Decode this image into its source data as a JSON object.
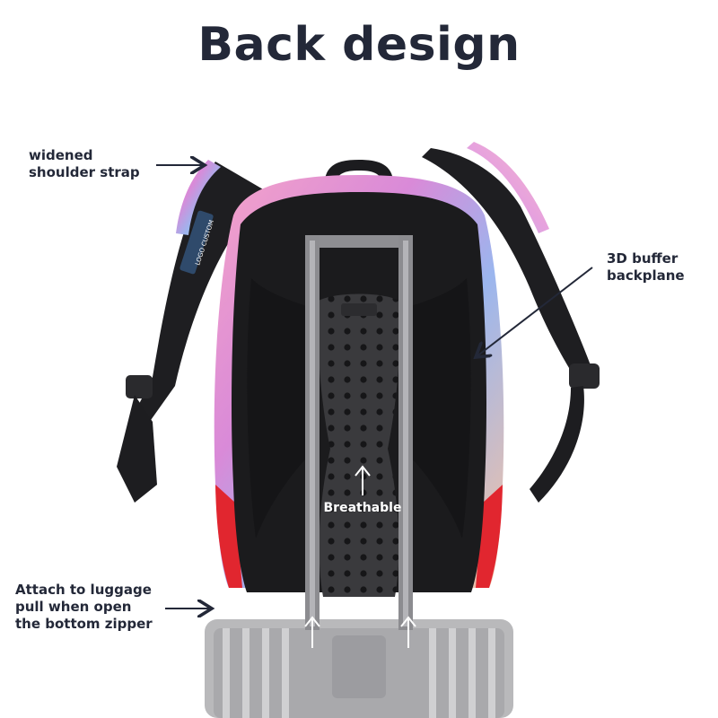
{
  "title": "Back design",
  "callouts": {
    "shoulder_strap": [
      "widened",
      "shoulder strap"
    ],
    "backplane": [
      "3D buffer",
      "backplane"
    ],
    "luggage": [
      "Attach to luggage",
      "pull when open",
      "the bottom zipper"
    ],
    "breathable": "Breathable"
  },
  "strap_tag": "LOGO CUSTOM",
  "colors": {
    "text": "#232838",
    "backpack_body": "#1b1b1d",
    "accent_red": "#e1262f",
    "suitcase": "#b7b7b9"
  }
}
